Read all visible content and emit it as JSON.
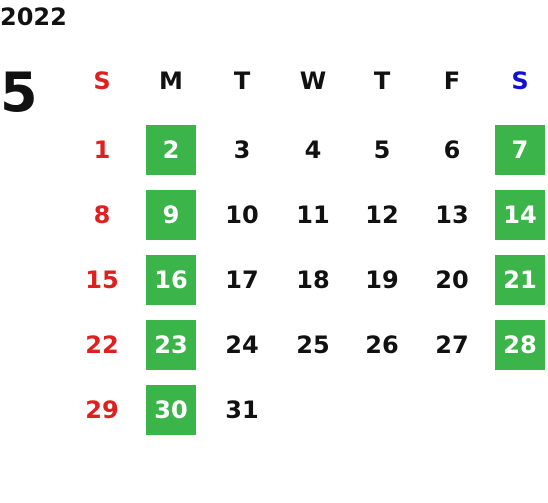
{
  "calendar": {
    "year": "2022",
    "month": "5",
    "weekdays": [
      "S",
      "M",
      "T",
      "W",
      "T",
      "F",
      "S"
    ],
    "weeks": [
      [
        "1",
        "2",
        "3",
        "4",
        "5",
        "6",
        "7"
      ],
      [
        "8",
        "9",
        "10",
        "11",
        "12",
        "13",
        "14"
      ],
      [
        "15",
        "16",
        "17",
        "18",
        "19",
        "20",
        "21"
      ],
      [
        "22",
        "23",
        "24",
        "25",
        "26",
        "27",
        "28"
      ],
      [
        "29",
        "30",
        "31",
        "",
        "",
        "",
        ""
      ]
    ],
    "highlighted_days": [
      "2",
      "7",
      "9",
      "14",
      "16",
      "21",
      "23",
      "28",
      "30"
    ]
  },
  "colors": {
    "sunday": "#e0201e",
    "saturday_header": "#1010d6",
    "highlight": "#3bb54a",
    "text": "#111111"
  }
}
